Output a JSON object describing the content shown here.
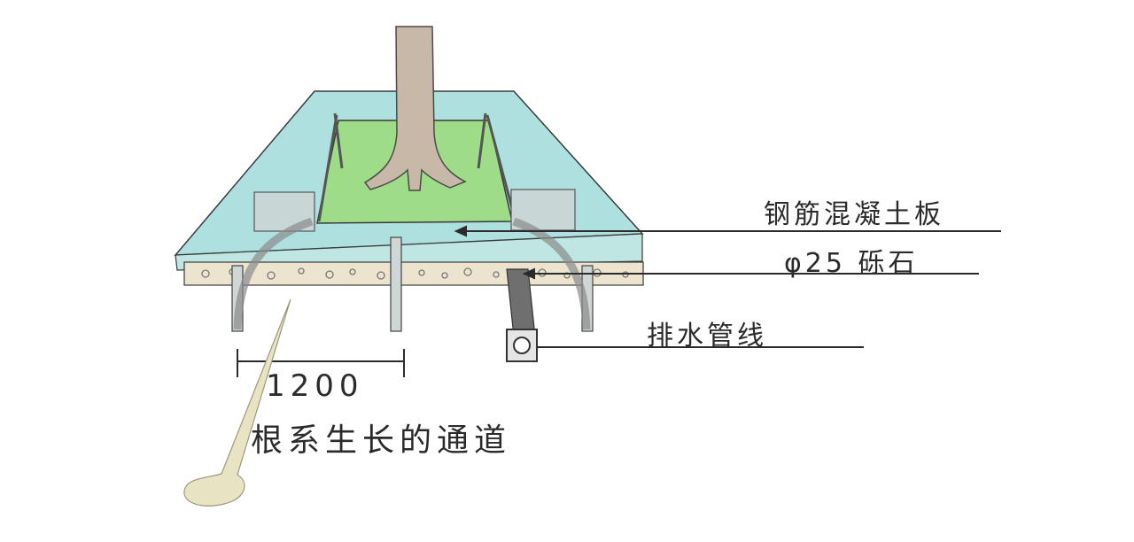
{
  "diagram": {
    "labels": {
      "slab": "钢筋混凝土板",
      "gravel": "φ25 砾石",
      "drain": "排水管线",
      "dimension": "1200",
      "root_channel": "根系生长的通道"
    },
    "colors": {
      "slab": "#aee0df",
      "planting_soil": "#9fdc87",
      "gravel_layer": "#ece4cf",
      "trunk": "#c8b8a8",
      "pipe": "#6f6f6f",
      "root_arrow": "#e8e3c2",
      "ink": "#2b2b2b"
    }
  }
}
